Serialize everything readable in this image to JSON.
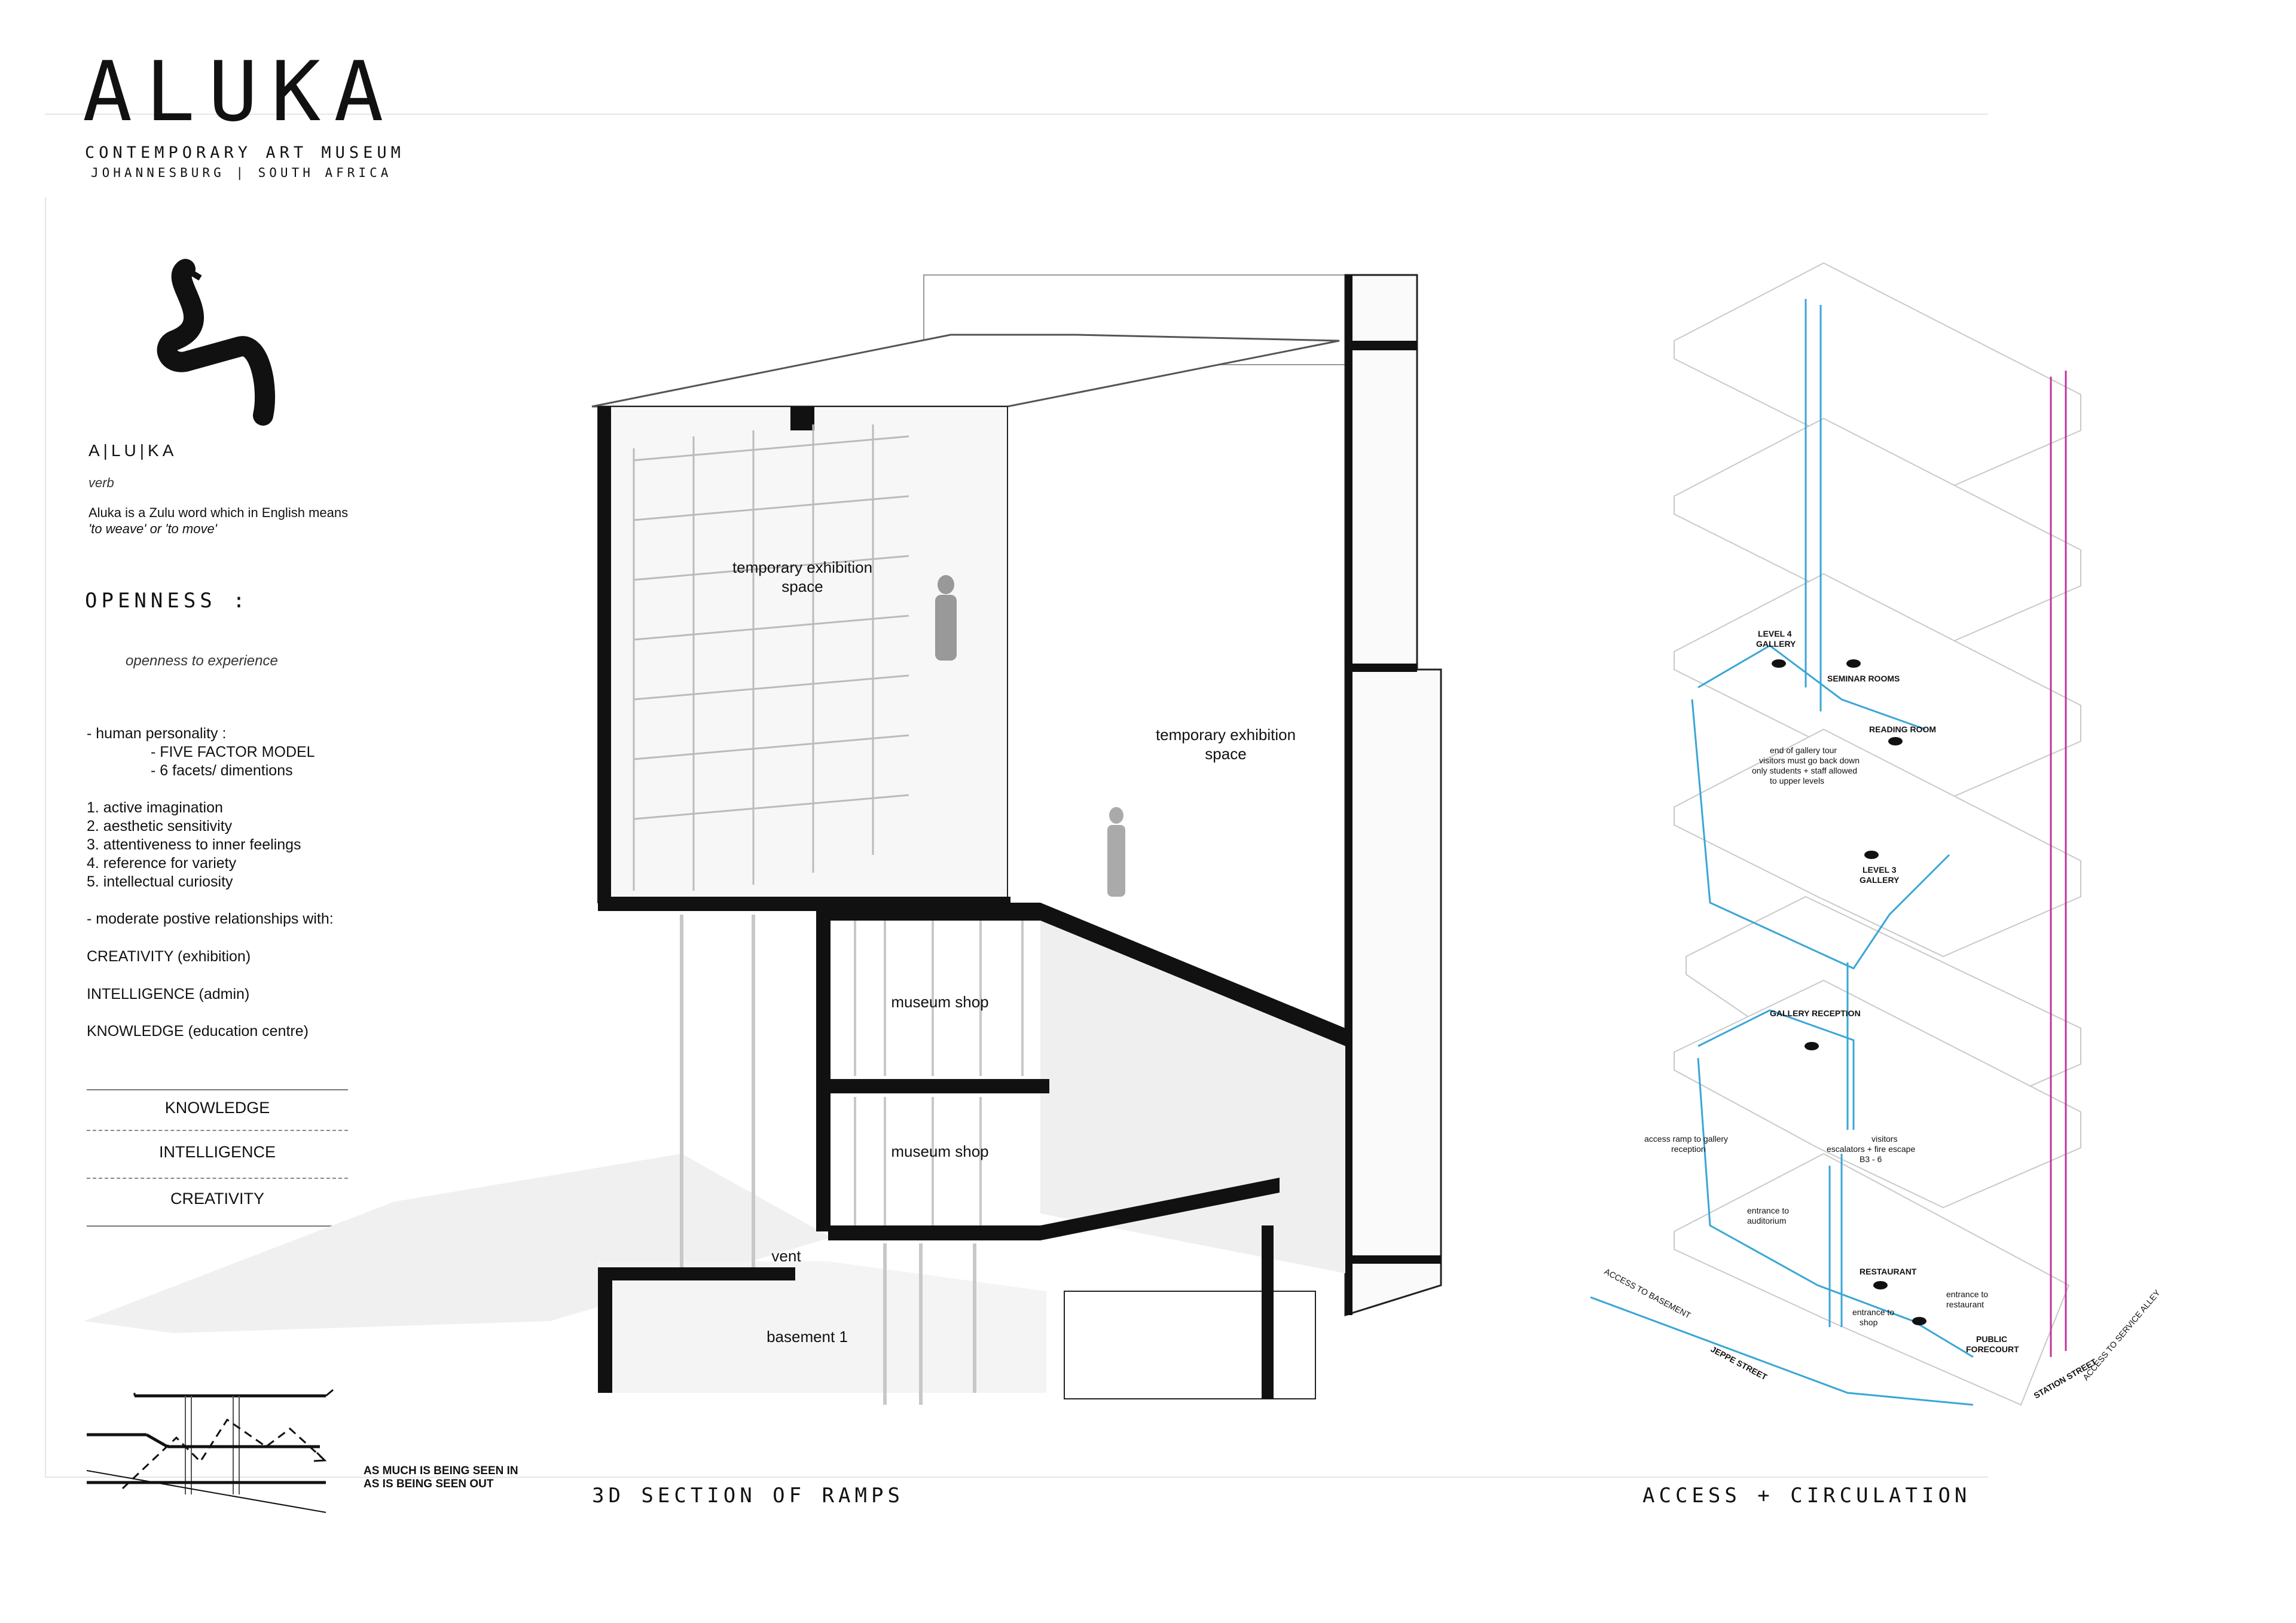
{
  "header": {
    "title": "ALUKA",
    "subtitle": "CONTEMPORARY ART MUSEUM",
    "location": "JOHANNESBURG | SOUTH AFRICA"
  },
  "definition": {
    "word": "A|LU|KA",
    "part_of_speech": "verb",
    "line1": "Aluka is a Zulu word which in English means",
    "line2": "'to weave' or 'to move'"
  },
  "openness": {
    "heading": "OPENNESS :",
    "subheading": "openness to experience",
    "personality_intro": "- human personality :",
    "personality_items": [
      "- FIVE FACTOR MODEL",
      "- 6 facets/ dimentions"
    ],
    "traits": [
      "1. active imagination",
      "2. aesthetic sensitivity",
      "3. attentiveness to inner feelings",
      "4. reference for variety",
      "5. intellectual curiosity"
    ],
    "relationships_intro": "- moderate postive relationships with:",
    "relationships": [
      "CREATIVITY (exhibition)",
      "INTELLIGENCE (admin)",
      "KNOWLEDGE (education centre)"
    ]
  },
  "categories": [
    "KNOWLEDGE",
    "INTELLIGENCE",
    "CREATIVITY"
  ],
  "diagram_note": {
    "line1": "AS MUCH IS BEING SEEN IN",
    "line2": "AS IS BEING SEEN OUT"
  },
  "section": {
    "caption": "3D SECTION OF RAMPS",
    "labels": {
      "temp1_line1": "temporary exhibition",
      "temp1_line2": "space",
      "temp2_line1": "temporary exhibition",
      "temp2_line2": "space",
      "shop1": "museum shop",
      "shop2": "museum shop",
      "vent": "vent",
      "basement": "basement 1"
    }
  },
  "circulation": {
    "caption": "ACCESS + CIRCULATION",
    "labels": {
      "level4_a": "LEVEL 4",
      "level4_b": "GALLERY",
      "seminar": "SEMINAR ROOMS",
      "reading": "READING ROOM",
      "note1": "end of gallery tour",
      "note2": "visitors must go back down",
      "note3": "only students + staff allowed",
      "note4": "to upper levels",
      "level3_a": "LEVEL 3",
      "level3_b": "GALLERY",
      "reception": "GALLERY RECEPTION",
      "ramp1": "access ramp to gallery",
      "ramp2": "reception",
      "visitors1": "visitors",
      "visitors2": "escalators + fire escape",
      "visitors3": "B3 - 6",
      "auditorium1": "entrance to",
      "auditorium2": "auditorium",
      "restaurant": "RESTAURANT",
      "ent_rest1": "entrance to",
      "ent_rest2": "restaurant",
      "ent_shop1": "entrance to",
      "ent_shop2": "shop",
      "public1": "PUBLIC",
      "public2": "FORECOURT",
      "basement_access": "ACCESS TO BASEMENT",
      "jeppe": "JEPPE STREET",
      "station": "STATION STREET",
      "service": "ACCESS TO SERVICE ALLEY"
    },
    "colors": {
      "public_route": "#3aa6d6",
      "private_route": "#c2359a"
    }
  }
}
